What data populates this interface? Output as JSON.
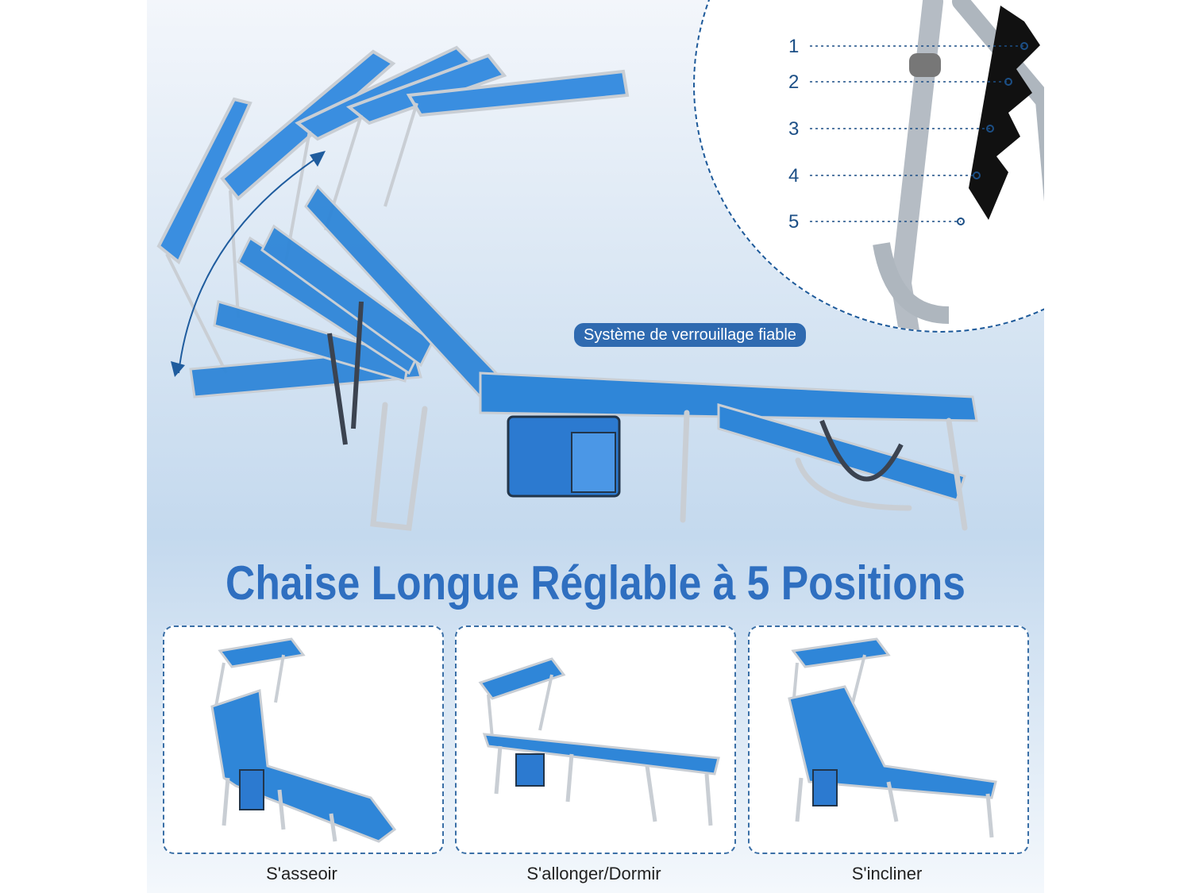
{
  "lock_badge": "Système de verrouillage fiable",
  "lock_positions": [
    "1",
    "2",
    "3",
    "4",
    "5"
  ],
  "headline": "Chaise Longue Réglable à 5 Positions",
  "modes": [
    {
      "label": "S'asseoir"
    },
    {
      "label": "S'allonger/Dormir"
    },
    {
      "label": "S'incliner"
    }
  ],
  "colors": {
    "fabric": "#2f86d8",
    "frame": "#c9ced4",
    "accent": "#2f6fc0",
    "badge": "#2f6ab0",
    "border": "#3a6fa6"
  }
}
